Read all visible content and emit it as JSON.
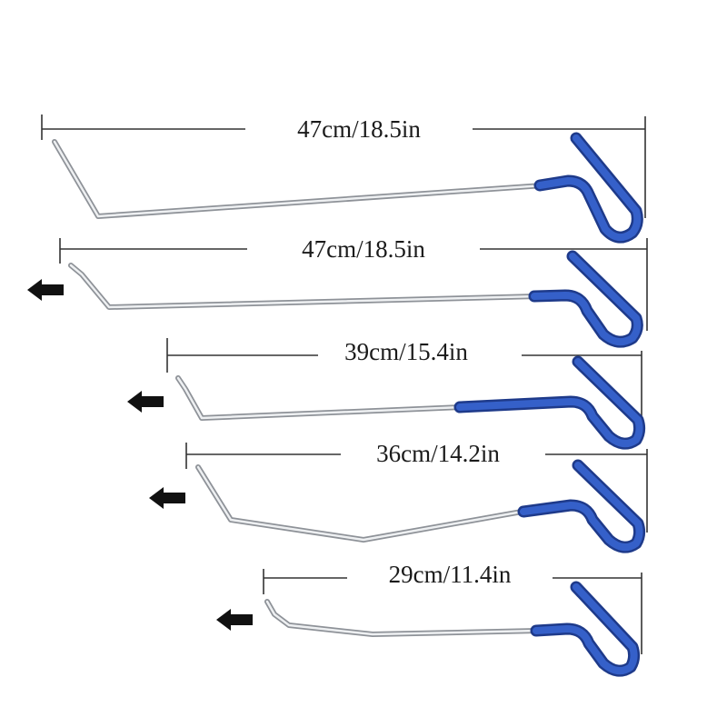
{
  "colors": {
    "background": "#ffffff",
    "rod": "#c9ccd1",
    "rod_highlight": "#f4f5f7",
    "rod_shadow": "#8e9298",
    "grip": "#2f55b8",
    "grip_dark": "#1e3a8a",
    "dimension_line": "#333333",
    "arrow": "#111111"
  },
  "tools": [
    {
      "id": "tool-1",
      "length_label": "47cm/18.5in",
      "direction_arrow": false,
      "icon": "none"
    },
    {
      "id": "tool-2",
      "length_label": "47cm/18.5in",
      "direction_arrow": true,
      "icon": "left-arrow-icon"
    },
    {
      "id": "tool-3",
      "length_label": "39cm/15.4in",
      "direction_arrow": true,
      "icon": "left-arrow-icon"
    },
    {
      "id": "tool-4",
      "length_label": "36cm/14.2in",
      "direction_arrow": true,
      "icon": "left-arrow-icon"
    },
    {
      "id": "tool-5",
      "length_label": "29cm/11.4in",
      "direction_arrow": true,
      "icon": "left-arrow-icon"
    }
  ]
}
